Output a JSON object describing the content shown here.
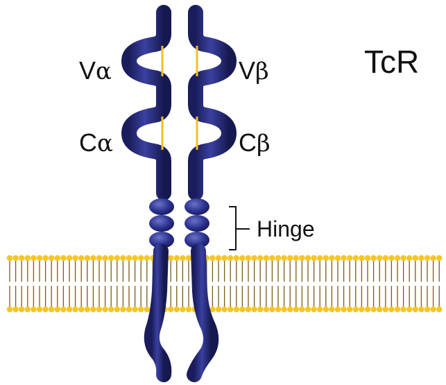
{
  "title": "TcR",
  "alpha_chain": {
    "v_domain": {
      "letter": "V",
      "greek": "α"
    },
    "c_domain": {
      "letter": "C",
      "greek": "α"
    }
  },
  "beta_chain": {
    "v_domain": {
      "letter": "V",
      "greek": "β"
    },
    "c_domain": {
      "letter": "C",
      "greek": "β"
    }
  },
  "hinge_label": "Hinge",
  "colors": {
    "chain": "#1e2266",
    "chain_highlight": "#4a52b8",
    "disulfide": "#f0c020",
    "membrane_head": "#f5c626",
    "membrane_tail": "#7a5a1a"
  }
}
